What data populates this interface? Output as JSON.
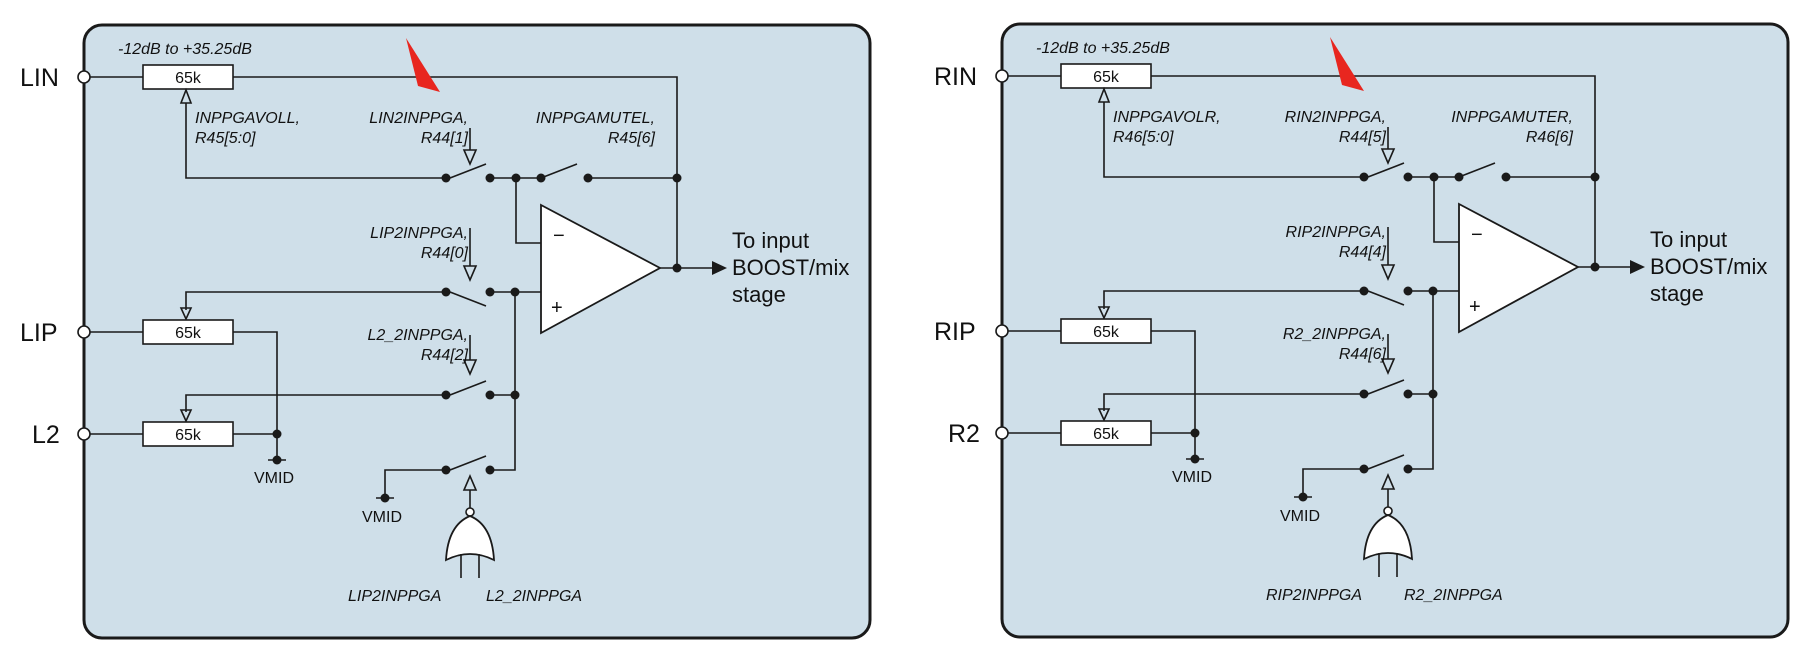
{
  "colors": {
    "panel_fill": "#cfdfe9",
    "line": "#1a1a1a",
    "marker": "#e8261f"
  },
  "left": {
    "pins": {
      "in": "LIN",
      "ip": "LIP",
      "aux": "L2"
    },
    "gain_range": "-12dB to +35.25dB",
    "resistor_label": "65k",
    "vol_ctrl": [
      "INPPGAVOLL,",
      "R45[5:0]"
    ],
    "in_switch": [
      "LIN2INPPGA,",
      "R44[1]"
    ],
    "mute_switch": [
      "INPPGAMUTEL,",
      "R45[6]"
    ],
    "ip_switch": [
      "LIP2INPPGA,",
      "R44[0]"
    ],
    "aux_switch": [
      "L2_2INPPGA,",
      "R44[2]"
    ],
    "vmid": "VMID",
    "output": [
      "To input",
      "BOOST/mix",
      "stage"
    ],
    "gate_inputs": [
      "LIP2INPPGA",
      "L2_2INPPGA"
    ],
    "amp_minus": "−",
    "amp_plus": "+"
  },
  "right": {
    "pins": {
      "in": "RIN",
      "ip": "RIP",
      "aux": "R2"
    },
    "gain_range": "-12dB to +35.25dB",
    "resistor_label": "65k",
    "vol_ctrl": [
      "INPPGAVOLR,",
      "R46[5:0]"
    ],
    "in_switch": [
      "RIN2INPPGA,",
      "R44[5]"
    ],
    "mute_switch": [
      "INPPGAMUTER,",
      "R46[6]"
    ],
    "ip_switch": [
      "RIP2INPPGA,",
      "R44[4]"
    ],
    "aux_switch": [
      "R2_2INPPGA,",
      "R44[6]"
    ],
    "vmid": "VMID",
    "output": [
      "To input",
      "BOOST/mix",
      "stage"
    ],
    "gate_inputs": [
      "RIP2INPPGA",
      "R2_2INPPGA"
    ],
    "amp_minus": "−",
    "amp_plus": "+"
  }
}
